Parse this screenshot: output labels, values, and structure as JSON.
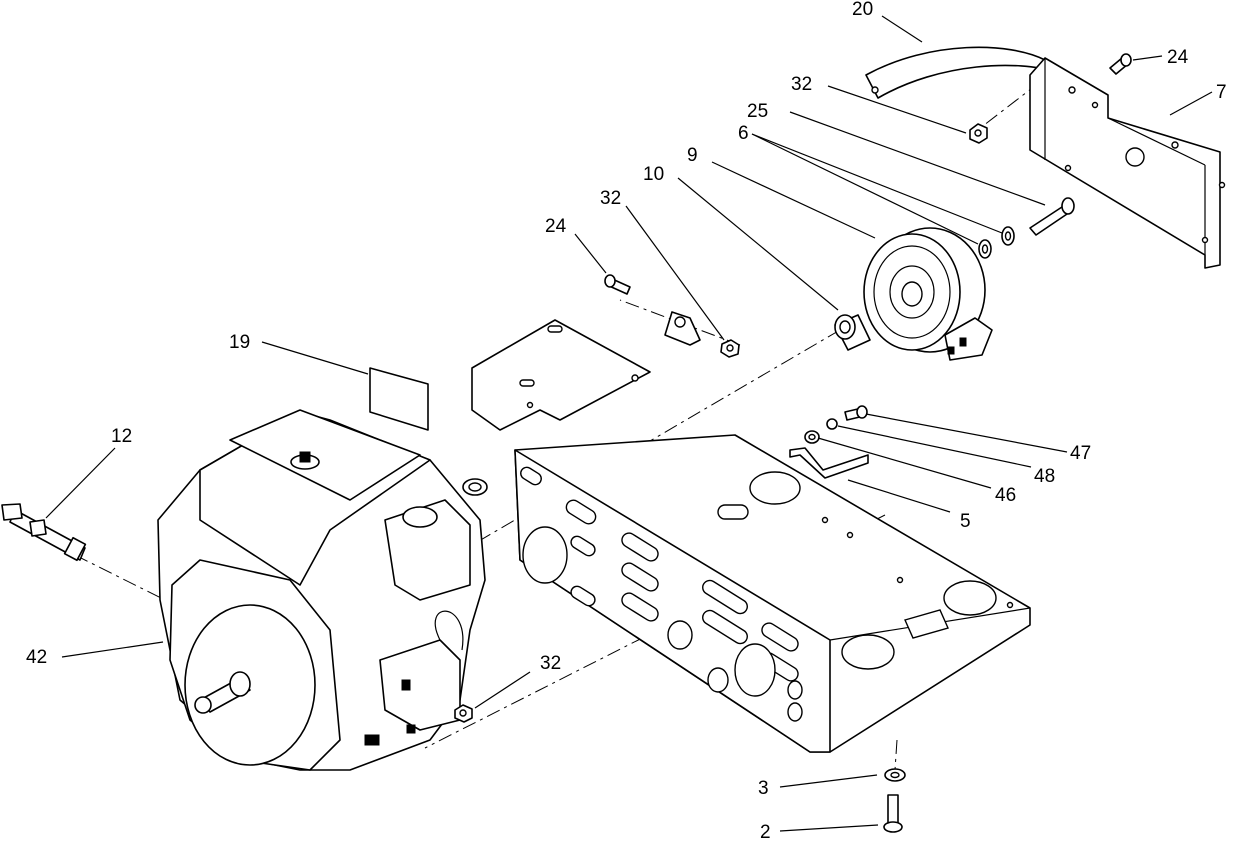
{
  "callouts": {
    "c20": "20",
    "c24a": "24",
    "c7": "7",
    "c32a": "32",
    "c25": "25",
    "c6": "6",
    "c9": "9",
    "c10": "10",
    "c32b": "32",
    "c24b": "24",
    "c19": "19",
    "c12": "12",
    "c42": "42",
    "c47": "47",
    "c48": "48",
    "c46": "46",
    "c5": "5",
    "c32c": "32",
    "c3": "3",
    "c2": "2"
  }
}
